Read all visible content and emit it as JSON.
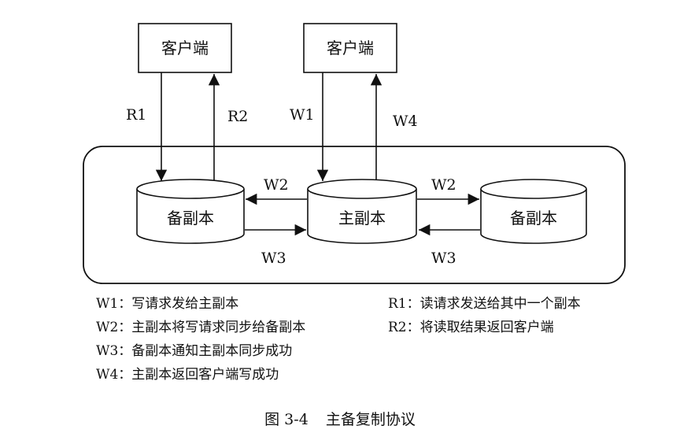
{
  "nodes": {
    "client_left": "客户端",
    "client_right": "客户端",
    "backup_left": "备副本",
    "primary": "主副本",
    "backup_right": "备副本"
  },
  "edges": {
    "r1": "R1",
    "r2": "R2",
    "w1": "W1",
    "w4": "W4",
    "w2_left": "W2",
    "w3_left": "W3",
    "w2_right": "W2",
    "w3_right": "W3"
  },
  "legend_left": [
    "W1：写请求发给主副本",
    "W2：主副本将写请求同步给备副本",
    "W3：备副本通知主副本同步成功",
    "W4：主副本返回客户端写成功"
  ],
  "legend_right": [
    "R1：读请求发送给其中一个副本",
    "R2：将读取结果返回客户端"
  ],
  "caption": {
    "number": "图 3-4",
    "title": "主备复制协议"
  }
}
